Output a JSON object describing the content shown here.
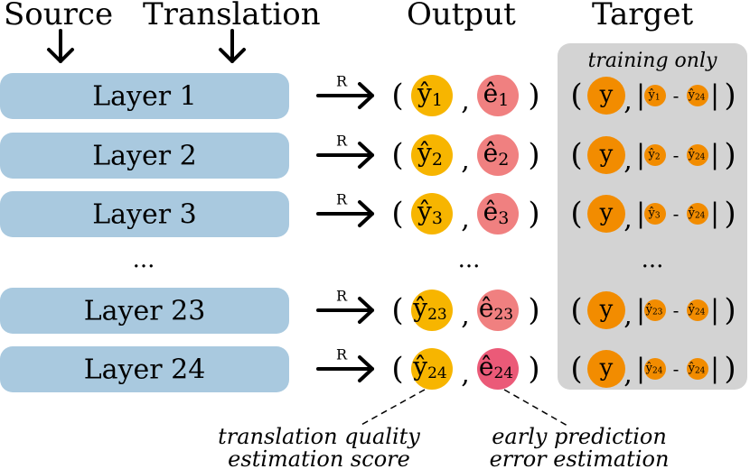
{
  "headers": {
    "source": "Source",
    "translation": "Translation",
    "output": "Output",
    "target": "Target"
  },
  "target_panel": {
    "note": "training only"
  },
  "rows": [
    {
      "layer": "Layer 1",
      "arrow": "R",
      "y_sub": "1",
      "e_sub": "1"
    },
    {
      "layer": "Layer 2",
      "arrow": "R",
      "y_sub": "2",
      "e_sub": "2"
    },
    {
      "layer": "Layer 3",
      "arrow": "R",
      "y_sub": "3",
      "e_sub": "3"
    },
    {
      "layer": "Layer 23",
      "arrow": "R",
      "y_sub": "23",
      "e_sub": "23"
    },
    {
      "layer": "Layer 24",
      "arrow": "R",
      "y_sub": "24",
      "e_sub": "24"
    }
  ],
  "ellipsis": "...",
  "symbols": {
    "y_hat": "ŷ",
    "e_hat": "ê",
    "y": "y",
    "open_paren": "(",
    "close_paren": ")",
    "comma": ",",
    "bar": "|",
    "minus": "-",
    "reference_sub": "24"
  },
  "annotations": {
    "quality_line1": "translation quality",
    "quality_line2": "estimation score",
    "error_line1": "early prediction",
    "error_line2": "error estimation"
  },
  "colors": {
    "layer_box": "#a9c9df",
    "y_hat_circle": "#f7b500",
    "e_hat_circle": "#f08080",
    "e_hat_last_circle": "#eb5a78",
    "target_circle": "#f28c00",
    "target_panel": "#d3d3d3"
  }
}
